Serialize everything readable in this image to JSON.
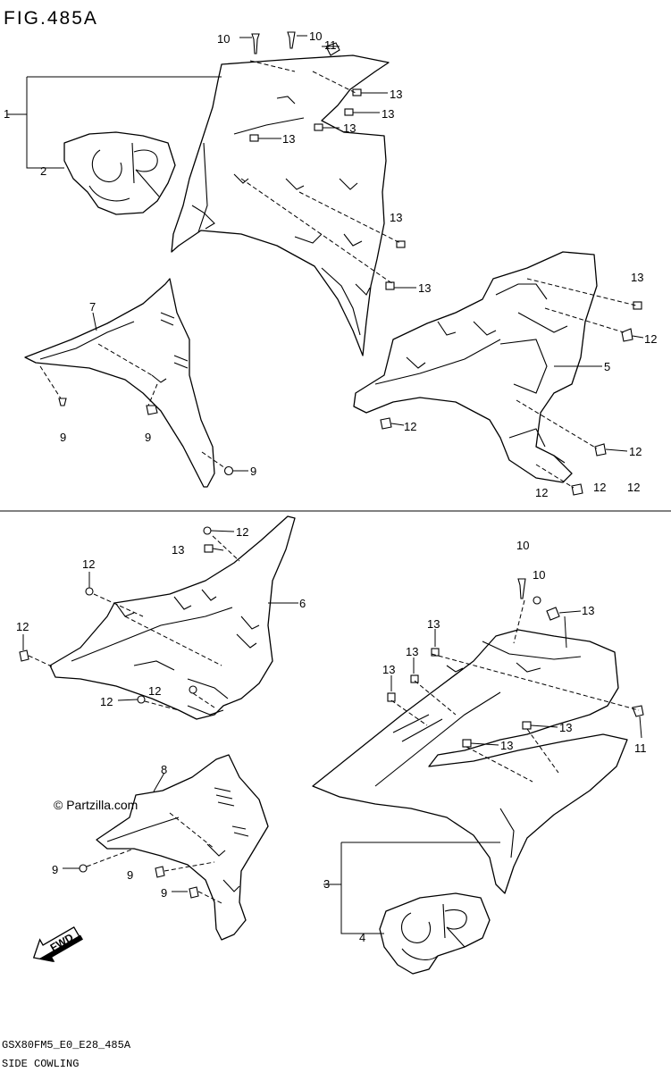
{
  "figure_title": "FIG.485A",
  "footer": {
    "model_code": "GSX80FM5_E0_E28_485A",
    "section_name": "SIDE COWLING"
  },
  "watermark": "© Partzilla.com",
  "fwd_badge": "FWD",
  "callouts": {
    "top": {
      "c1": "1",
      "c2": "2",
      "c5": "5",
      "c7": "7",
      "c9a": "9",
      "c9b": "9",
      "c9c": "9",
      "c10a": "10",
      "c10b": "10",
      "c11": "11",
      "c12a": "12",
      "c12b": "12",
      "c12c": "12",
      "c12d": "12",
      "c12e": "12",
      "c12f": "12",
      "c13a": "13",
      "c13b": "13",
      "c13c": "13",
      "c13d": "13",
      "c13e": "13",
      "c13f": "13",
      "c13g": "13"
    },
    "bottom": {
      "c3": "3",
      "c4": "4",
      "c6": "6",
      "c8": "8",
      "c9a": "9",
      "c9b": "9",
      "c9c": "9",
      "c10": "10",
      "c10b": "10",
      "c11": "11",
      "c12a": "12",
      "c12b": "12",
      "c12c": "12",
      "c12d": "12",
      "c12e": "12",
      "c13a": "13",
      "c13b": "13",
      "c13c": "13",
      "c13d": "13",
      "c13e": "13",
      "c13f": "13",
      "c13g": "13"
    }
  }
}
